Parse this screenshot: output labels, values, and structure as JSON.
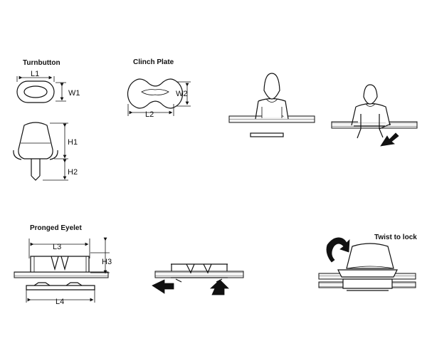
{
  "labels": {
    "turnbutton": "Turnbutton",
    "clinch_plate": "Clinch Plate",
    "pronged_eyelet": "Pronged Eyelet",
    "twist_to_lock": "Twist to lock"
  },
  "dimensions": {
    "l1": "L1",
    "w1": "W1",
    "h1": "H1",
    "h2": "H2",
    "l2": "L2",
    "w2": "W2",
    "l3": "L3",
    "h3": "H3",
    "l4": "L4"
  },
  "colors": {
    "line": "#111111",
    "background": "#ffffff"
  }
}
